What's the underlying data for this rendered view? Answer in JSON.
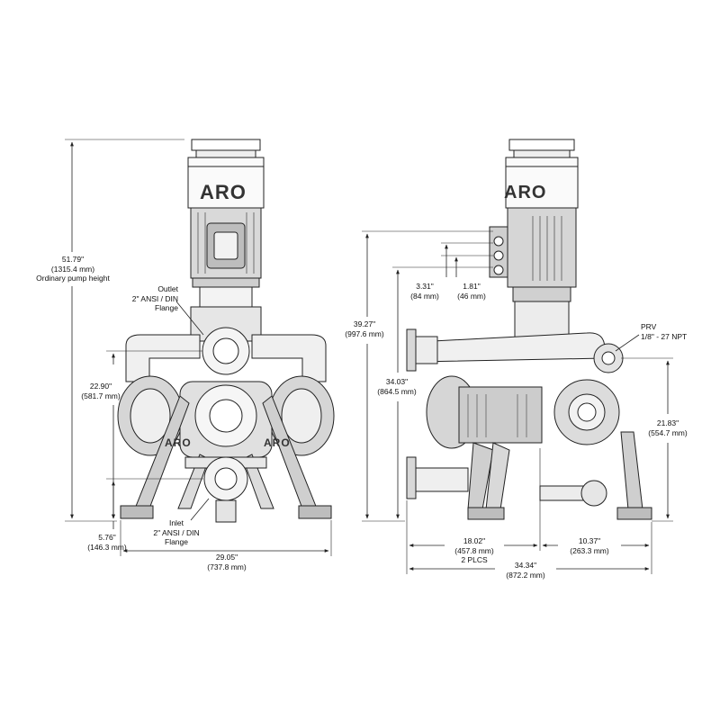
{
  "brand": "ARO",
  "front_view": {
    "overall_height": {
      "imperial": "51.79\"",
      "metric": "(1315.4 mm)",
      "note": "Ordinary pump height"
    },
    "outlet": {
      "title": "Outlet",
      "spec": "2\" ANSI / DIN",
      "type": "Flange"
    },
    "inlet": {
      "title": "Inlet",
      "spec": "2\" ANSI / DIN",
      "type": "Flange"
    },
    "outlet_height": {
      "imperial": "22.90\"",
      "metric": "(581.7 mm)"
    },
    "inlet_height": {
      "imperial": "5.76\"",
      "metric": "(146.3 mm)"
    },
    "overall_width": {
      "imperial": "29.05\"",
      "metric": "(737.8 mm)"
    }
  },
  "side_view": {
    "motor_offset_a": {
      "imperial": "3.31\"",
      "metric": "(84 mm)"
    },
    "motor_offset_b": {
      "imperial": "1.81\"",
      "metric": "(46 mm)"
    },
    "top_height": {
      "imperial": "39.27\"",
      "metric": "(997.6 mm)"
    },
    "flange_height": {
      "imperial": "34.03\"",
      "metric": "(864.5 mm)"
    },
    "prv": {
      "title": "PRV",
      "spec": "1/8\" - 27 NPT"
    },
    "prv_height": {
      "imperial": "21.83\"",
      "metric": "(554.7 mm)"
    },
    "span_a": {
      "imperial": "18.02\"",
      "metric": "(457.8 mm)",
      "note": "2 PLCS"
    },
    "span_b": {
      "imperial": "10.37\"",
      "metric": "(263.3 mm)"
    },
    "overall_depth": {
      "imperial": "34.34\"",
      "metric": "(872.2 mm)"
    }
  }
}
